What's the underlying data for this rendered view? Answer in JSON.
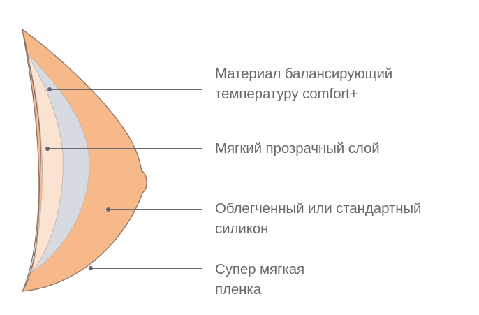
{
  "diagram": {
    "colors": {
      "outer_shell": "#f8b98a",
      "shell_outline": "#8a7468",
      "gel_layer": "#d7dae0",
      "clear_layer": "#fbe3d2",
      "leader_line": "#6d6d6d",
      "text": "#6a6a6a"
    },
    "callouts": [
      {
        "id": "comfort-material",
        "lines": [
          "Материал балансирующий",
          "температуру comfort+"
        ]
      },
      {
        "id": "soft-clear-layer",
        "lines": [
          "Мягкий прозрачный слой"
        ]
      },
      {
        "id": "silicone",
        "lines": [
          "Облегченный или стандартный",
          "силикон"
        ]
      },
      {
        "id": "super-soft-film",
        "lines": [
          "Супер мягкая",
          "пленка"
        ]
      }
    ]
  }
}
